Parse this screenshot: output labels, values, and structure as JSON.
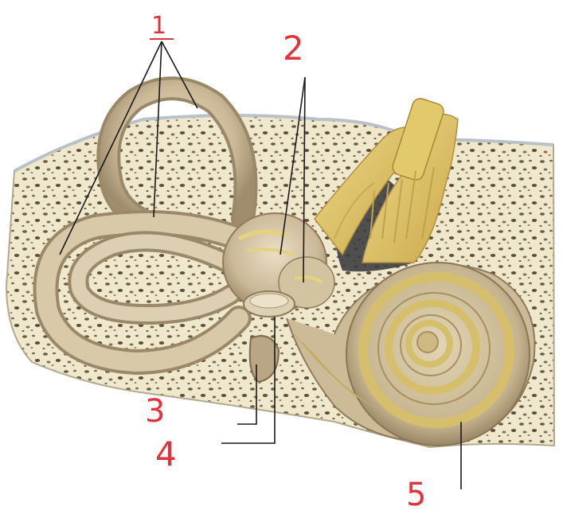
{
  "labels": [
    {
      "id": "1",
      "text": "1"
    },
    {
      "id": "2",
      "text": "2"
    },
    {
      "id": "3",
      "text": "3"
    },
    {
      "id": "4",
      "text": "4"
    },
    {
      "id": "5",
      "text": "5"
    }
  ],
  "colors": {
    "label_ink": "#e0333b",
    "leader_line": "#1a1a1a",
    "bone": "#efe9cf",
    "bone_pores": "#6b5a44",
    "membrane": "#cdbb98",
    "nerve": "#dcc46a",
    "dark_background": "#3c3e40"
  }
}
